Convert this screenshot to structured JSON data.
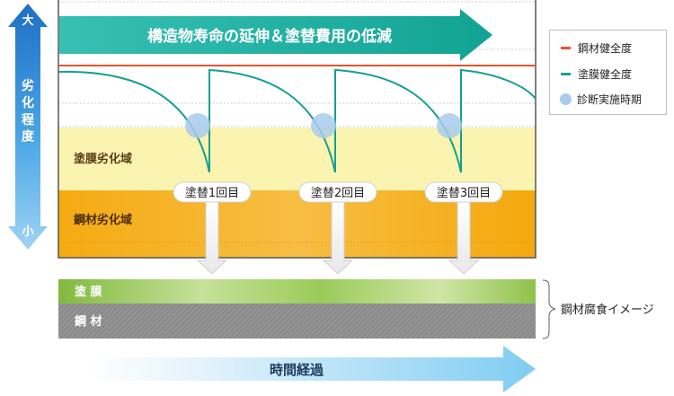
{
  "banner": {
    "text": "構造物寿命の延伸＆塗替費用の低減"
  },
  "axis": {
    "top_label": "大",
    "bottom_label": "小",
    "title": "劣化程度",
    "x_label": "時間経過"
  },
  "zones": {
    "coating": "塗膜劣化域",
    "steel": "鋼材劣化域"
  },
  "repaints": [
    {
      "label": "塗替1回目"
    },
    {
      "label": "塗替2回目"
    },
    {
      "label": "塗替3回目"
    }
  ],
  "legend": {
    "items": [
      {
        "label": "鋼材健全度",
        "color": "#e8542a",
        "kind": "line"
      },
      {
        "label": "塗膜健全度",
        "color": "#13a090",
        "kind": "line"
      },
      {
        "label": "診断実施時期",
        "color": "#a8cbee",
        "kind": "dot"
      }
    ]
  },
  "corrosion": {
    "coating_label": "塗 膜",
    "steel_label": "鋼 材",
    "title": "鋼材腐食イメージ"
  },
  "colors": {
    "steel_line": "#e8542a",
    "coating_line": "#13a090",
    "diagnosis_dot": "#a8cbee",
    "banner": "#2bb5a9",
    "axis_arrow": "#2f8fd6",
    "coating_zone": "#fbf4b0",
    "steel_zone": "#f5b21e",
    "coating_bar": "#8fc24b",
    "steel_bar": "#8e8e8e"
  }
}
